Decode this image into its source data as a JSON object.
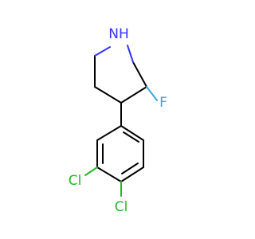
{
  "molecule": {
    "atoms": {
      "nh": {
        "label": "NH",
        "color": "#3333ff"
      },
      "f": {
        "label": "F",
        "color": "#33aadd"
      },
      "cl3": {
        "label": "Cl",
        "color": "#22bb22"
      },
      "cl4": {
        "label": "Cl",
        "color": "#22bb22"
      }
    }
  }
}
